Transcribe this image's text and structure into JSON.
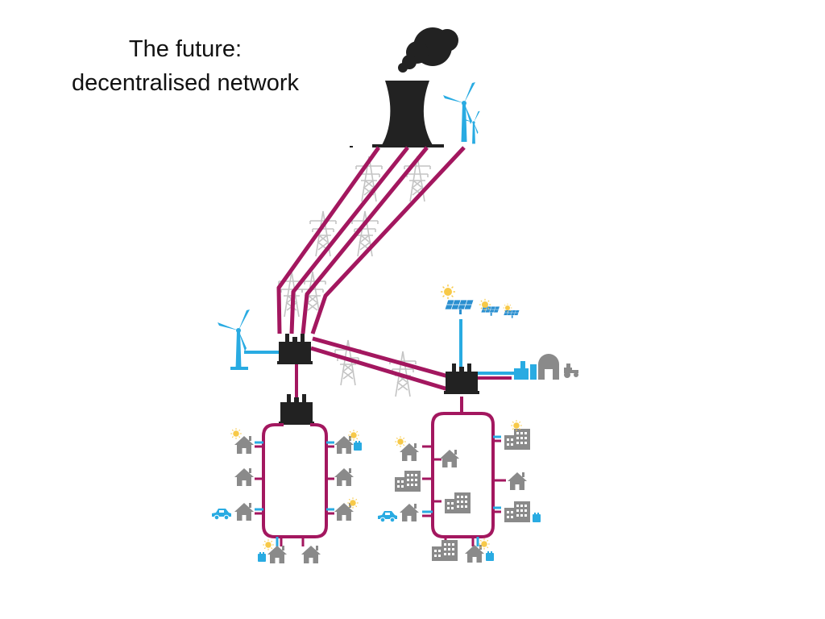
{
  "slide": {
    "title_line1": "The future:",
    "title_line2": "decentralised network"
  },
  "colors": {
    "grid_line": "#a3175f",
    "renewable_link": "#29abe2",
    "building": "#8a8a8a",
    "facility": "#222222",
    "pylon": "#c4c4c4",
    "sun": "#f7c948",
    "solar_panel": "#2a8fd0",
    "battery": "#29abe2"
  },
  "diagram": {
    "nodes": [
      "power-station",
      "wind-turbine",
      "transmission-pylons",
      "grid-substation",
      "local-substation",
      "solar-farm",
      "farm-with-biogas",
      "houses",
      "houses-with-rooftop-solar",
      "office-buildings",
      "electric-cars",
      "home-batteries"
    ]
  }
}
